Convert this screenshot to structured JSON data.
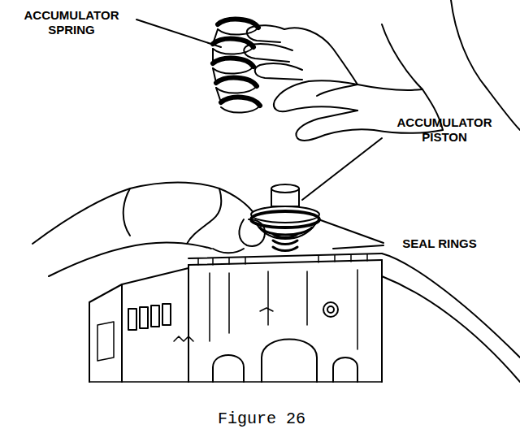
{
  "diagram": {
    "caption": "Figure 26",
    "labels": [
      "ACCUMULATOR SPRING",
      "ACCUMULATOR PISTON",
      "SEAL RINGS"
    ]
  }
}
